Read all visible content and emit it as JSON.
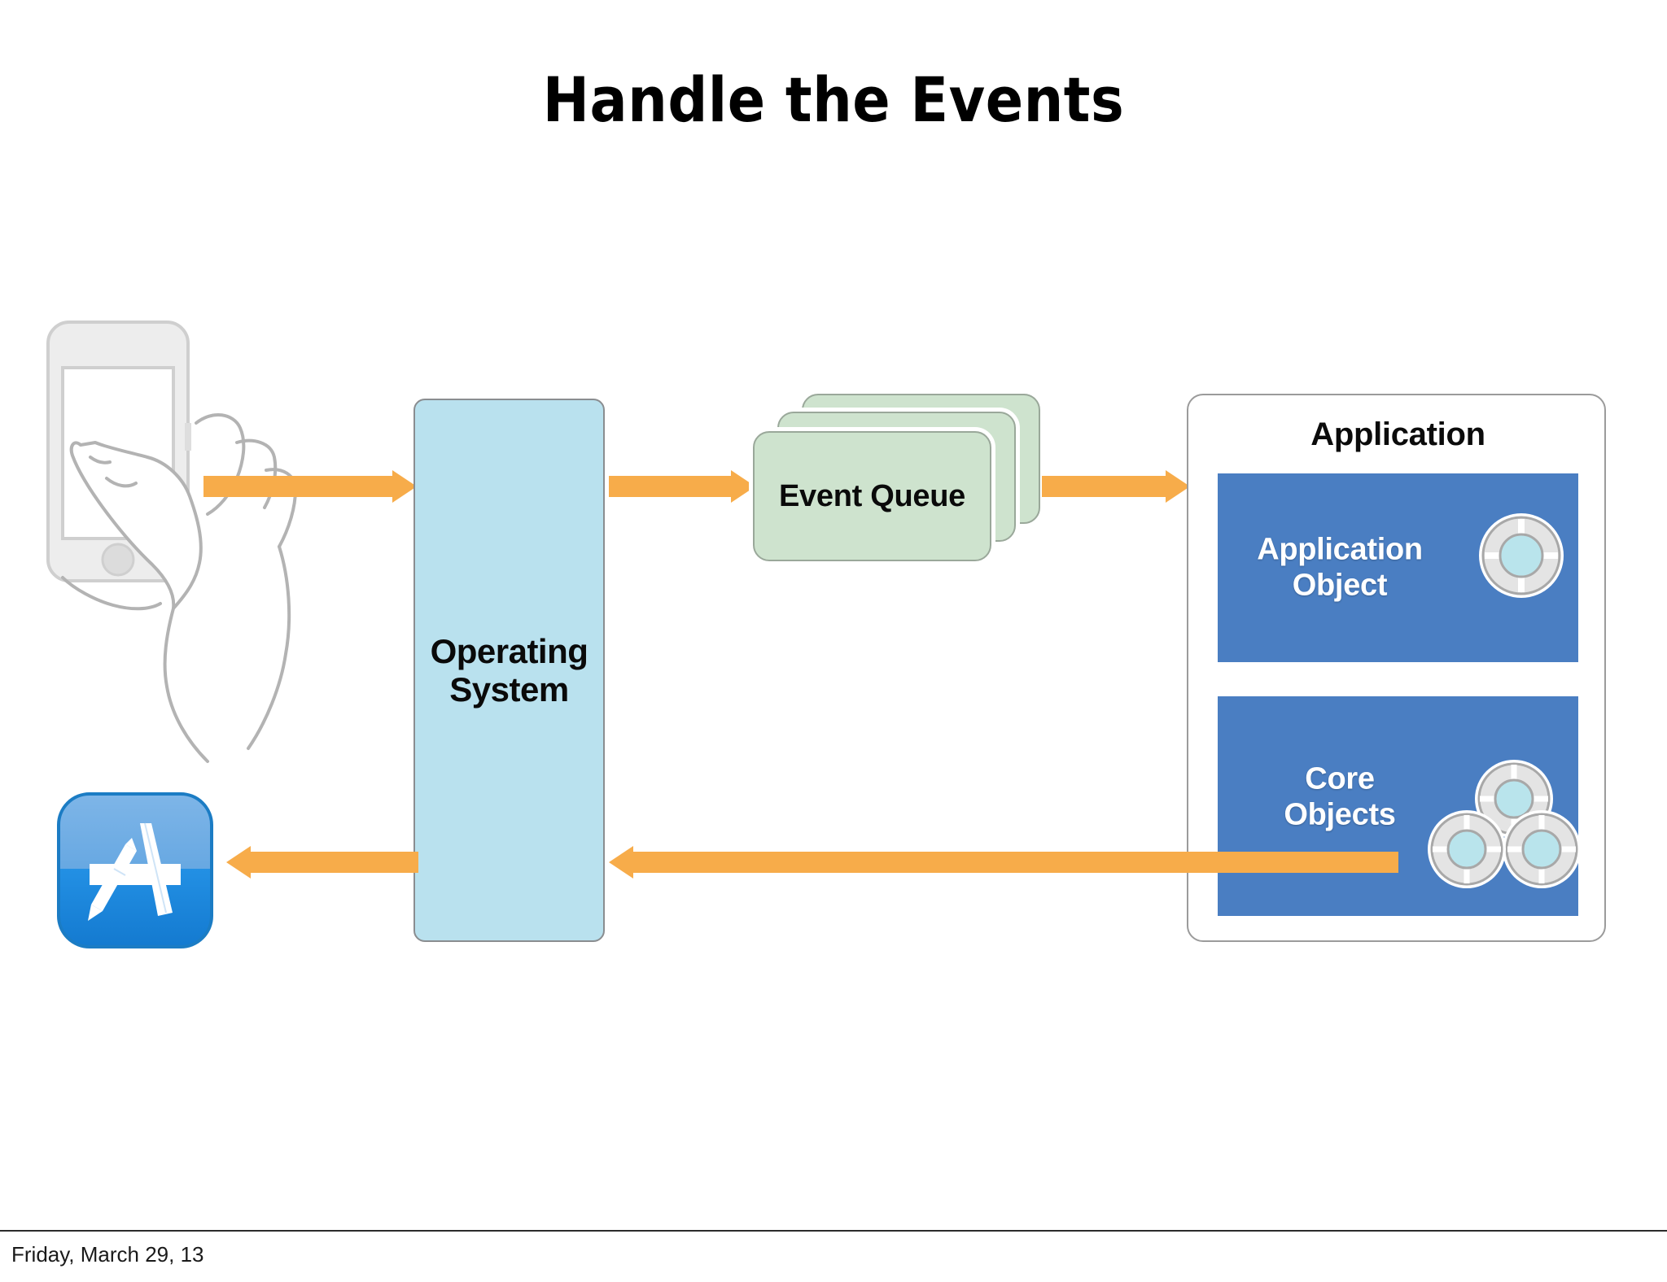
{
  "slide": {
    "title": "Handle the Events",
    "footer_date": "Friday, March 29, 13"
  },
  "diagram": {
    "type": "flow-diagram",
    "nodes": {
      "phone": {
        "name": "phone-with-touching-hand",
        "label": ""
      },
      "app_store": {
        "name": "app-store-icon",
        "label": ""
      },
      "operating_system": {
        "label": "Operating System",
        "line1": "Operating",
        "line2": "System"
      },
      "event_queue": {
        "label": "Event Queue",
        "stack_count": 3
      },
      "application": {
        "title": "Application",
        "application_object": {
          "label": "Application Object",
          "line1": "Application",
          "line2": "Object"
        },
        "core_objects": {
          "label": "Core Objects",
          "line1": "Core",
          "line2": "Objects"
        }
      }
    },
    "arrows": [
      {
        "name": "arrow-phone-to-os",
        "direction": "right"
      },
      {
        "name": "arrow-os-to-event-queue",
        "direction": "right"
      },
      {
        "name": "arrow-event-queue-to-application",
        "direction": "right"
      },
      {
        "name": "arrow-application-object-to-core-objects",
        "direction": "down"
      },
      {
        "name": "arrow-application-to-os",
        "direction": "left"
      },
      {
        "name": "arrow-os-to-app-store",
        "direction": "left"
      }
    ]
  },
  "colors": {
    "arrow_orange": "#f7ac4a",
    "os_blue": "#b9e1ee",
    "queue_green": "#cee3ce",
    "panel_blue": "#4a7ec2",
    "ring_center": "#b9e4ec",
    "ring_body": "#e3e3e3",
    "outline_gray": "#9b9b9b",
    "app_store_blue": "#1e8fe0"
  },
  "icons": {
    "app_store": "app-store-icon",
    "ring": "ring-object-icon",
    "phone": "smartphone-icon",
    "hand": "hand-pointing-icon"
  }
}
